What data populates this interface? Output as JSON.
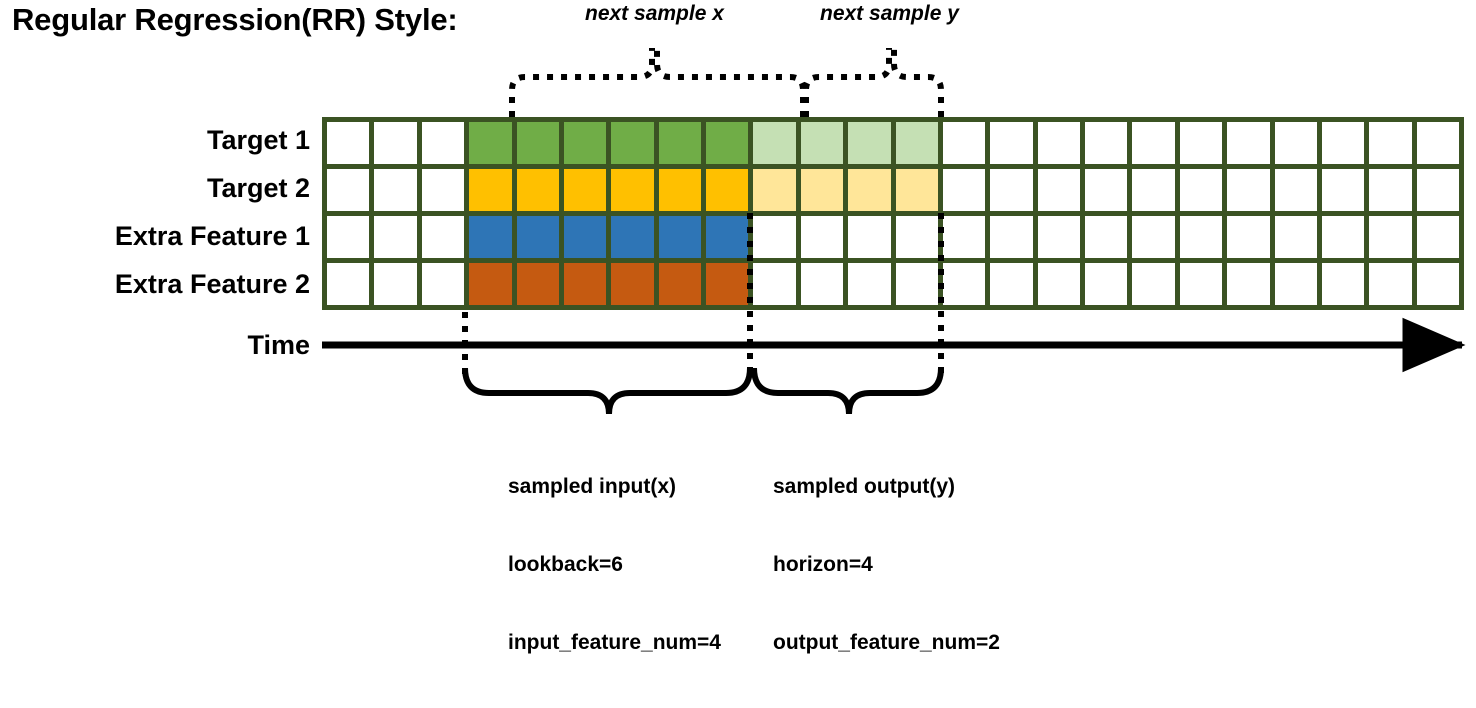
{
  "title": "Regular Regression(RR) Style:",
  "rows": [
    {
      "label": "Target 1",
      "name": "target-1"
    },
    {
      "label": "Target 2",
      "name": "target-2"
    },
    {
      "label": "Extra Feature 1",
      "name": "extra-feature-1"
    },
    {
      "label": "Extra Feature 2",
      "name": "extra-feature-2"
    }
  ],
  "time_axis": {
    "label": "Time"
  },
  "grid": {
    "columns": 24,
    "rows": 4,
    "border_color": "#3B5323",
    "empty_color": "#FFFFFF",
    "cell_colors": [
      [
        "#FFFFFF",
        "#FFFFFF",
        "#FFFFFF",
        "#70AD47",
        "#70AD47",
        "#70AD47",
        "#70AD47",
        "#70AD47",
        "#70AD47",
        "#C5E0B4",
        "#C5E0B4",
        "#C5E0B4",
        "#C5E0B4",
        "#FFFFFF",
        "#FFFFFF",
        "#FFFFFF",
        "#FFFFFF",
        "#FFFFFF",
        "#FFFFFF",
        "#FFFFFF",
        "#FFFFFF",
        "#FFFFFF",
        "#FFFFFF",
        "#FFFFFF"
      ],
      [
        "#FFFFFF",
        "#FFFFFF",
        "#FFFFFF",
        "#FFC000",
        "#FFC000",
        "#FFC000",
        "#FFC000",
        "#FFC000",
        "#FFC000",
        "#FFE699",
        "#FFE699",
        "#FFE699",
        "#FFE699",
        "#FFFFFF",
        "#FFFFFF",
        "#FFFFFF",
        "#FFFFFF",
        "#FFFFFF",
        "#FFFFFF",
        "#FFFFFF",
        "#FFFFFF",
        "#FFFFFF",
        "#FFFFFF",
        "#FFFFFF"
      ],
      [
        "#FFFFFF",
        "#FFFFFF",
        "#FFFFFF",
        "#2E75B6",
        "#2E75B6",
        "#2E75B6",
        "#2E75B6",
        "#2E75B6",
        "#2E75B6",
        "#FFFFFF",
        "#FFFFFF",
        "#FFFFFF",
        "#FFFFFF",
        "#FFFFFF",
        "#FFFFFF",
        "#FFFFFF",
        "#FFFFFF",
        "#FFFFFF",
        "#FFFFFF",
        "#FFFFFF",
        "#FFFFFF",
        "#FFFFFF",
        "#FFFFFF",
        "#FFFFFF"
      ],
      [
        "#FFFFFF",
        "#FFFFFF",
        "#FFFFFF",
        "#C55A11",
        "#C55A11",
        "#C55A11",
        "#C55A11",
        "#C55A11",
        "#C55A11",
        "#FFFFFF",
        "#FFFFFF",
        "#FFFFFF",
        "#FFFFFF",
        "#FFFFFF",
        "#FFFFFF",
        "#FFFFFF",
        "#FFFFFF",
        "#FFFFFF",
        "#FFFFFF",
        "#FFFFFF",
        "#FFFFFF",
        "#FFFFFF",
        "#FFFFFF",
        "#FFFFFF"
      ]
    ]
  },
  "top_annotations": [
    {
      "name": "next-sample-x",
      "text": "next sample x"
    },
    {
      "name": "next-sample-y",
      "text": "next sample y"
    }
  ],
  "bottom_annotations": [
    {
      "name": "sampled-input",
      "line1": "sampled input(x)",
      "line2": "lookback=6",
      "line3": "input_feature_num=4"
    },
    {
      "name": "sampled-output",
      "line1": "sampled output(y)",
      "line2": "horizon=4",
      "line3": "output_feature_num=2"
    }
  ]
}
